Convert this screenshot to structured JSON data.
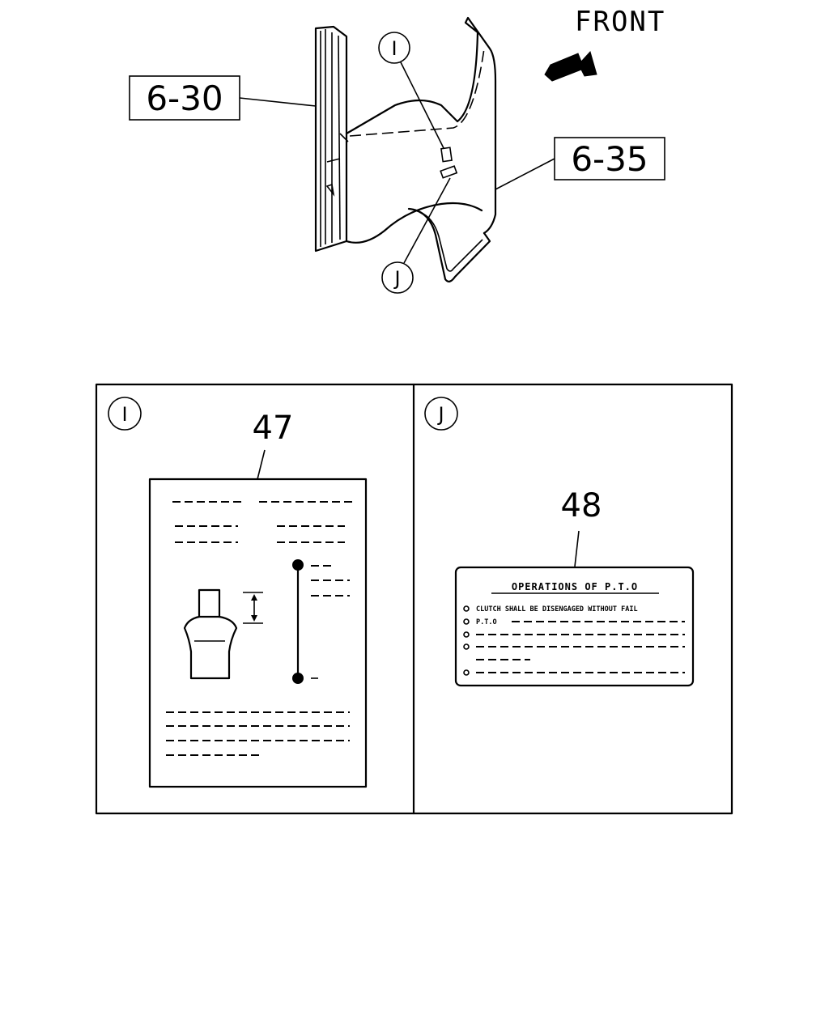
{
  "overview": {
    "direction_label": "FRONT",
    "refs": {
      "left_ref": "6-30",
      "right_ref": "6-35"
    },
    "callouts": {
      "upper": "I",
      "lower": "J"
    }
  },
  "detail_panels": [
    {
      "callout": "I",
      "part_number": "47"
    },
    {
      "callout": "J",
      "part_number": "48",
      "label": {
        "title": "OPERATIONS OF P.T.O",
        "line1": "CLUTCH SHALL BE DISENGAGED WITHOUT FAIL",
        "line2": "P.T.O"
      }
    }
  ]
}
